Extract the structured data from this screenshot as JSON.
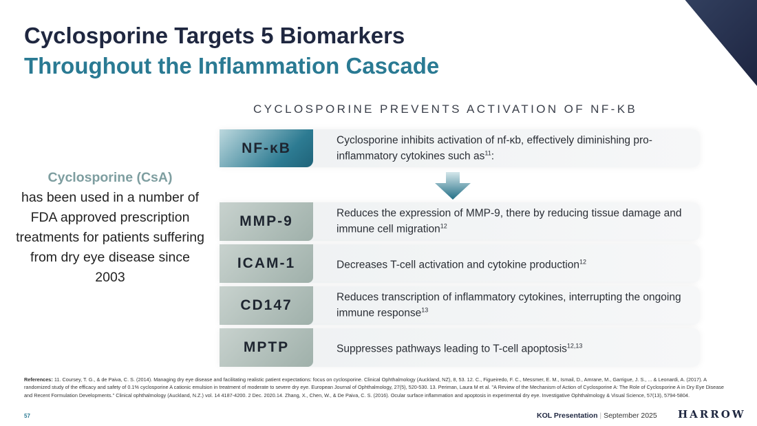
{
  "title_line1": "Cyclosporine Targets 5 Biomarkers",
  "title_line2": "Throughout the Inflammation Cascade",
  "subheading": "CYCLOSPORINE PREVENTS ACTIVATION OF NF-KB",
  "left_highlight": "Cyclosporine (CsA)",
  "left_text": "has been used in a number of FDA approved prescription treatments for patients suffering from dry eye disease since 2003",
  "top_row": {
    "label": "NF-κB",
    "text": "Cyclosporine inhibits activation of nf-κb, effectively diminishing pro-inflammatory cytokines such as",
    "sup": "11",
    ":": ":"
  },
  "rows": [
    {
      "label": "MMP-9",
      "text": "Reduces the expression of MMP-9, there by reducing tissue damage and immune cell migration",
      "sup": "12"
    },
    {
      "label": "ICAM-1",
      "text": "Decreases T-cell activation and cytokine production",
      "sup": "12"
    },
    {
      "label": "CD147",
      "text": "Reduces transcription of inflammatory cytokines, interrupting the ongoing immune response",
      "sup": "13"
    },
    {
      "label": "MPTP",
      "text": "Suppresses pathways leading to T-cell apoptosis",
      "sup": "12,13"
    }
  ],
  "references_label": "References:",
  "references": "11. Coursey, T. G., & de Paiva, C. S. (2014). Managing dry eye disease and facilitating realistic patient expectations: focus on cyclosporine. Clinical Ophthalmology (Auckland, NZ), 8, 53. 12. C., Figueiredo, F. C., Messmer, E. M., Ismail, D., Amrane, M., Garrigue, J. S., ... & Leonardi, A. (2017). A randomized study of the efficacy and safety of 0.1% cyclosporine A cationic emulsion in treatment of moderate to severe dry eye. European Journal of Ophthalmology, 27(5), 520-530. 13. Periman, Laura M et al. \"A Review of the Mechanism of Action of Cyclosporine A: The Role of Cyclosporine A in Dry Eye Disease and Recent Formulation Developments.\" Clinical ophthalmology (Auckland, N.Z.) vol. 14 4187-4200. 2 Dec. 2020.14. Zhang, X., Chen, W., & De Paiva, C. S. (2016). Ocular surface inflammation and apoptosis in experimental dry eye. Investigative Ophthalmology & Visual Science, 57(13), 5794-5804.",
  "page_number": "57",
  "footer_bold": "KOL Presentation",
  "footer_sep": "|",
  "footer_date": "September 2025",
  "logo": "HARROW"
}
